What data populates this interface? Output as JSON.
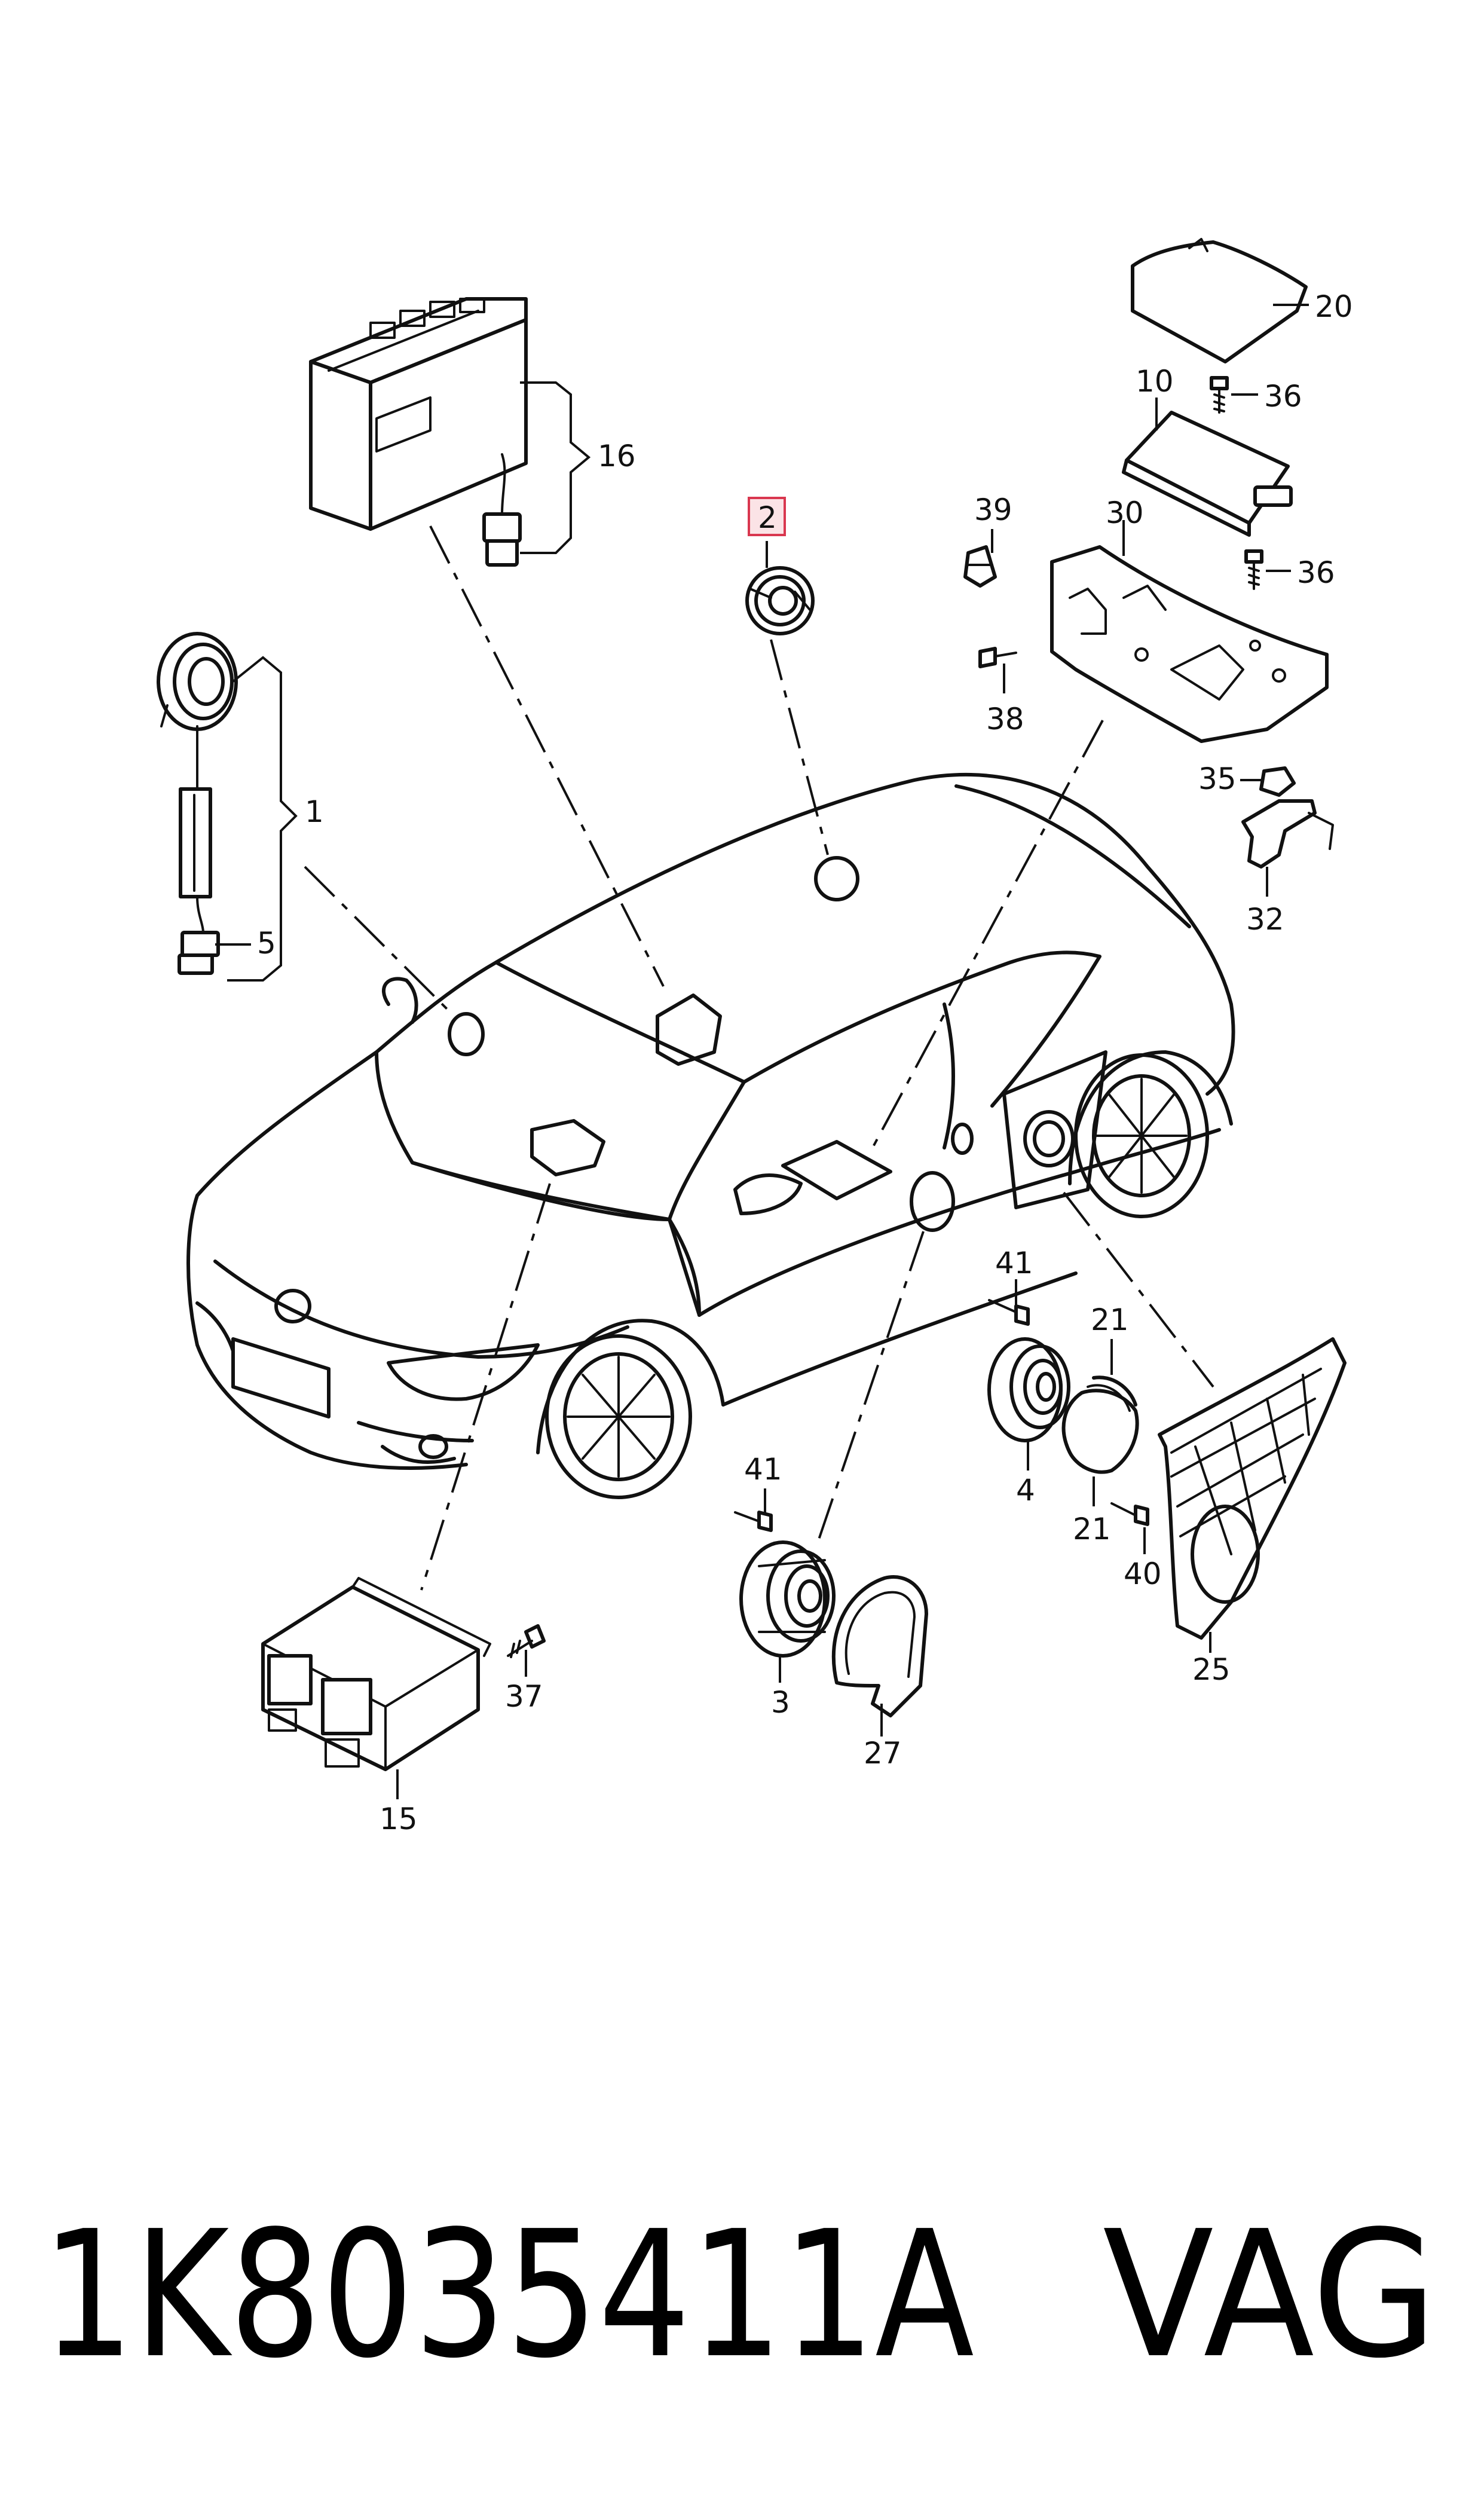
{
  "diagram": {
    "callouts": [
      {
        "id": "c20",
        "label": "20"
      },
      {
        "id": "c10",
        "label": "10"
      },
      {
        "id": "c36a",
        "label": "36"
      },
      {
        "id": "c16",
        "label": "16"
      },
      {
        "id": "c2",
        "label": "2",
        "highlighted": true
      },
      {
        "id": "c39",
        "label": "39"
      },
      {
        "id": "c30",
        "label": "30"
      },
      {
        "id": "c36b",
        "label": "36"
      },
      {
        "id": "c38",
        "label": "38"
      },
      {
        "id": "c1",
        "label": "1"
      },
      {
        "id": "c35",
        "label": "35"
      },
      {
        "id": "c32",
        "label": "32"
      },
      {
        "id": "c5",
        "label": "5"
      },
      {
        "id": "c41a",
        "label": "41"
      },
      {
        "id": "c21a",
        "label": "21"
      },
      {
        "id": "c4",
        "label": "4"
      },
      {
        "id": "c21b",
        "label": "21"
      },
      {
        "id": "c41b",
        "label": "41"
      },
      {
        "id": "c40",
        "label": "40"
      },
      {
        "id": "c37",
        "label": "37"
      },
      {
        "id": "c25",
        "label": "25"
      },
      {
        "id": "c3",
        "label": "3"
      },
      {
        "id": "c27",
        "label": "27"
      },
      {
        "id": "c15",
        "label": "15"
      }
    ],
    "highlight_color": "#d9374f"
  },
  "footer": {
    "part_number": "1K8035411A",
    "brand": "VAG"
  }
}
